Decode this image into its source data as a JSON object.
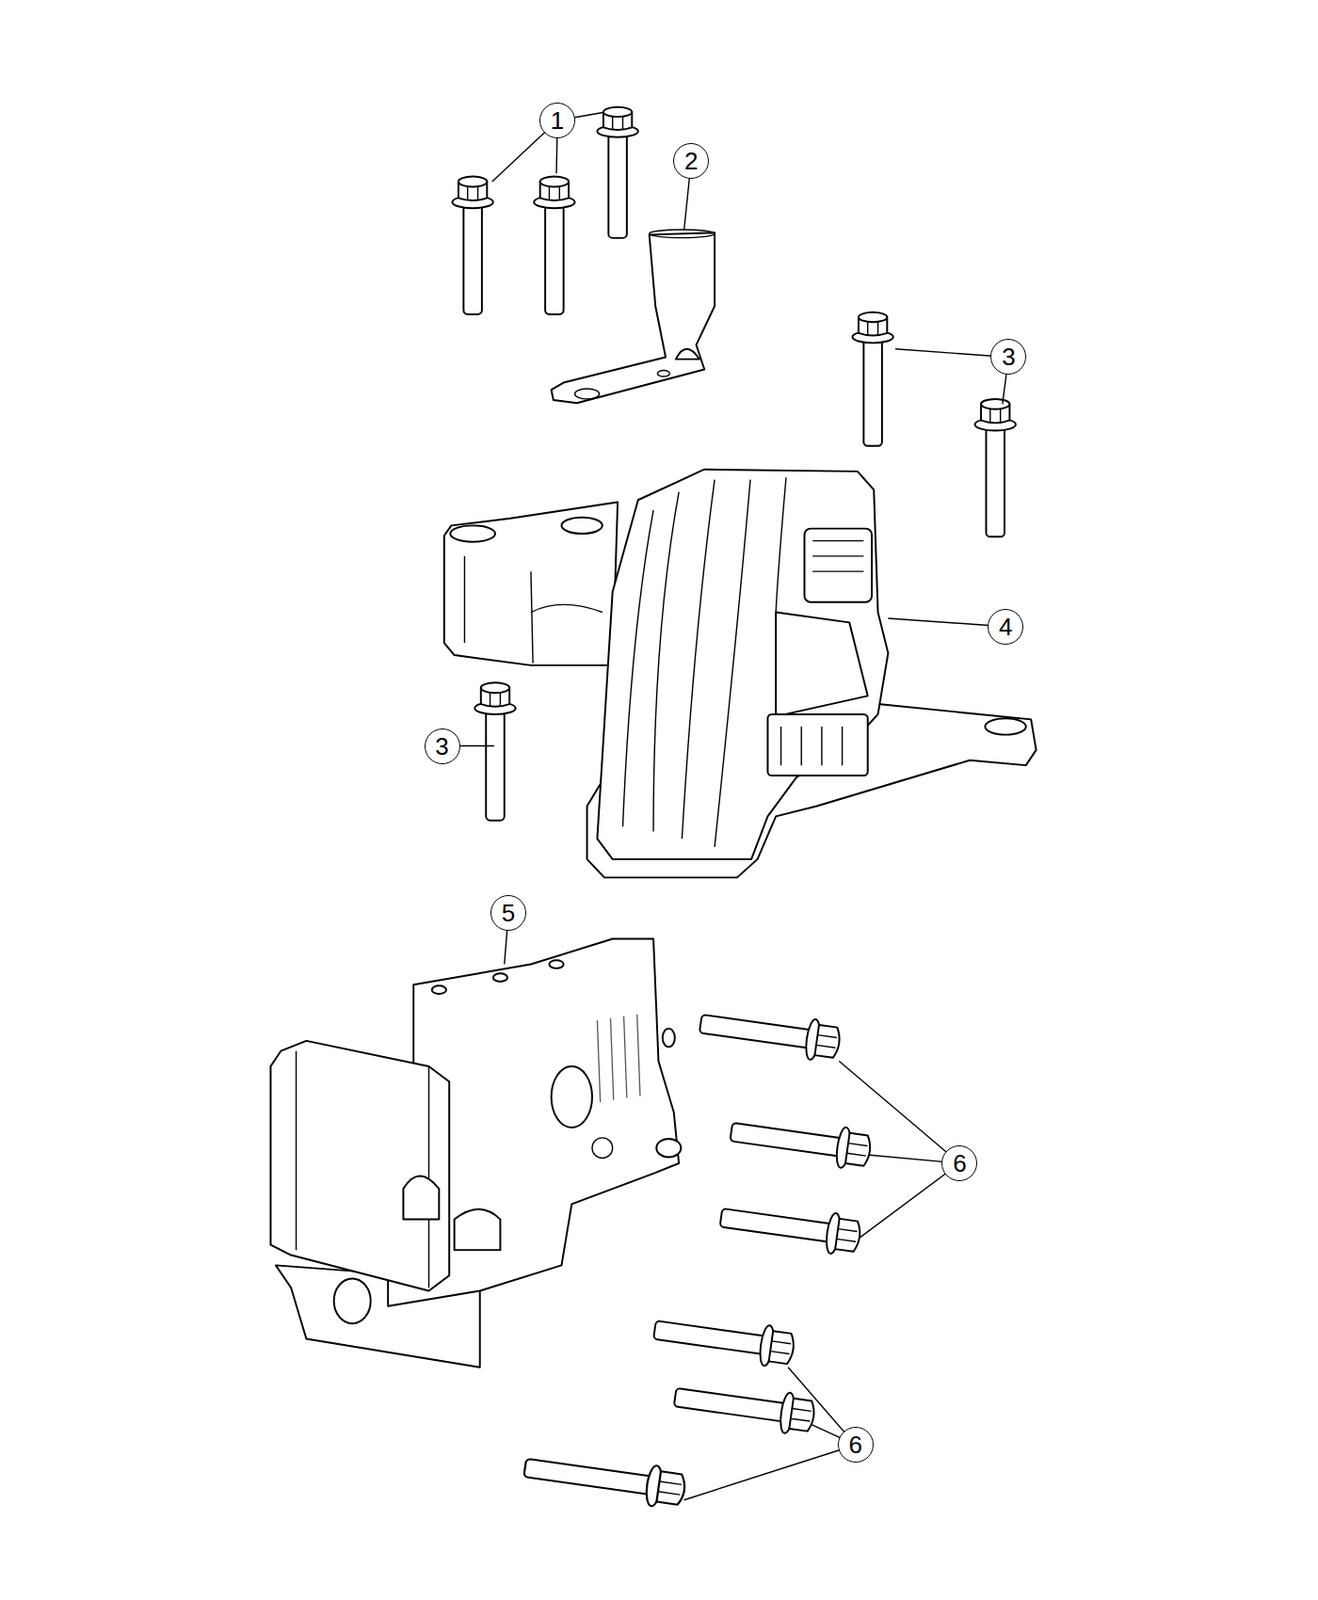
{
  "diagram": {
    "labels": [
      "1",
      "2",
      "3",
      "4",
      "3",
      "5",
      "6",
      "6"
    ]
  }
}
